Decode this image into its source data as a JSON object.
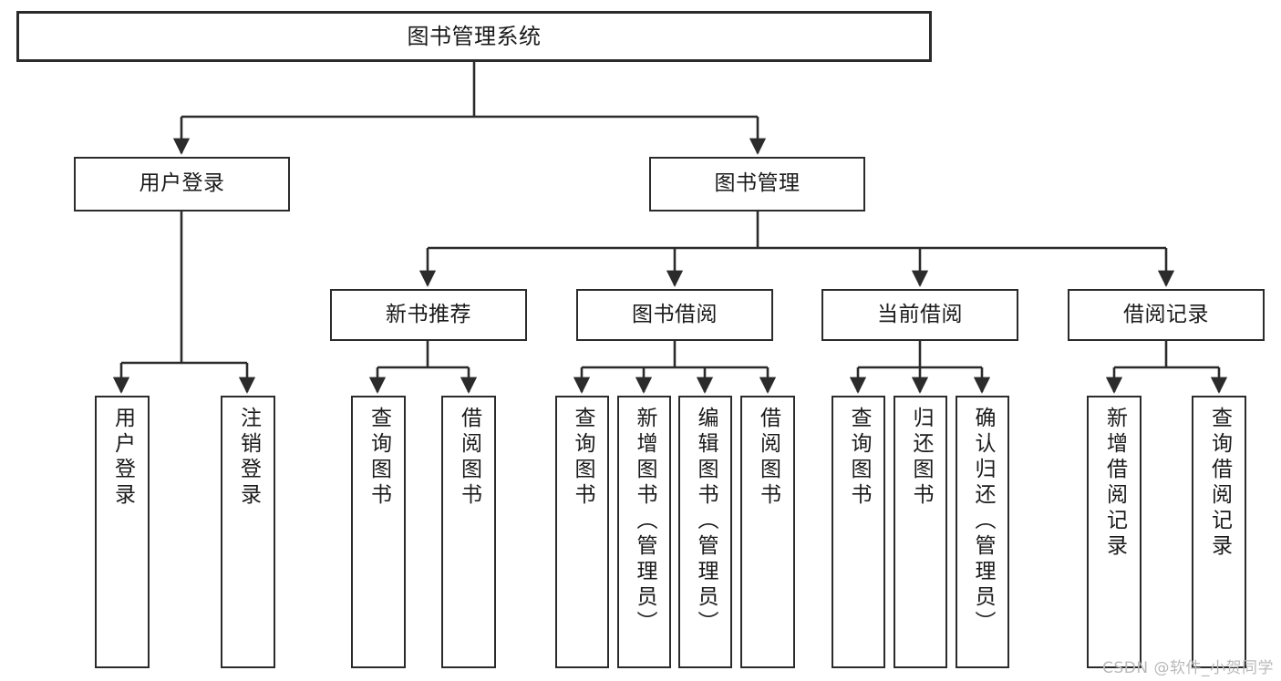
{
  "diagram": {
    "title": "图书管理系统",
    "type": "tree",
    "colors": {
      "stroke": "#2b2b2b",
      "fill": "#ffffff",
      "text": "#1a1a1a",
      "watermark": "#b9b9b9"
    },
    "watermark": "CSDN @软件_小贺同学",
    "levels": {
      "root": [
        "图书管理系统"
      ],
      "level2": [
        "用户登录",
        "图书管理"
      ],
      "level3": [
        "新书推荐",
        "图书借阅",
        "当前借阅",
        "借阅记录"
      ],
      "leaves": [
        "用户登录",
        "注销登录",
        "查询图书",
        "借阅图书",
        "查询图书",
        "新增图书（管理员）",
        "编辑图书（管理员）",
        "借阅图书",
        "查询图书",
        "归还图书",
        "确认归还（管理员）",
        "新增借阅记录",
        "查询借阅记录"
      ]
    },
    "nodes": {
      "root": {
        "label": "图书管理系统",
        "orientation": "horizontal"
      },
      "user_login": {
        "label": "用户登录",
        "orientation": "horizontal"
      },
      "book_manage": {
        "label": "图书管理",
        "orientation": "horizontal"
      },
      "new_book_rec": {
        "label": "新书推荐",
        "orientation": "horizontal"
      },
      "book_borrow": {
        "label": "图书借阅",
        "orientation": "horizontal"
      },
      "current_borrow": {
        "label": "当前借阅",
        "orientation": "horizontal"
      },
      "borrow_record": {
        "label": "借阅记录",
        "orientation": "horizontal"
      },
      "leaf_user_login": {
        "label": "用户登录",
        "orientation": "vertical"
      },
      "leaf_logout": {
        "label": "注销登录",
        "orientation": "vertical"
      },
      "leaf_query_book_1": {
        "label": "查询图书",
        "orientation": "vertical"
      },
      "leaf_borrow_book_1": {
        "label": "借阅图书",
        "orientation": "vertical"
      },
      "leaf_query_book_2": {
        "label": "查询图书",
        "orientation": "vertical"
      },
      "leaf_add_book": {
        "label": "新增图书（管理员）",
        "orientation": "vertical"
      },
      "leaf_edit_book": {
        "label": "编辑图书（管理员）",
        "orientation": "vertical"
      },
      "leaf_borrow_book_2": {
        "label": "借阅图书",
        "orientation": "vertical"
      },
      "leaf_query_book_3": {
        "label": "查询图书",
        "orientation": "vertical"
      },
      "leaf_return_book": {
        "label": "归还图书",
        "orientation": "vertical"
      },
      "leaf_confirm_return": {
        "label": "确认归还（管理员）",
        "orientation": "vertical"
      },
      "leaf_add_record": {
        "label": "新增借阅记录",
        "orientation": "vertical"
      },
      "leaf_query_record": {
        "label": "查询借阅记录",
        "orientation": "vertical"
      }
    },
    "edges": [
      {
        "from": "root",
        "to": "user_login"
      },
      {
        "from": "root",
        "to": "book_manage"
      },
      {
        "from": "user_login",
        "to": "leaf_user_login"
      },
      {
        "from": "user_login",
        "to": "leaf_logout"
      },
      {
        "from": "book_manage",
        "to": "new_book_rec"
      },
      {
        "from": "book_manage",
        "to": "book_borrow"
      },
      {
        "from": "book_manage",
        "to": "current_borrow"
      },
      {
        "from": "book_manage",
        "to": "borrow_record"
      },
      {
        "from": "new_book_rec",
        "to": "leaf_query_book_1"
      },
      {
        "from": "new_book_rec",
        "to": "leaf_borrow_book_1"
      },
      {
        "from": "book_borrow",
        "to": "leaf_query_book_2"
      },
      {
        "from": "book_borrow",
        "to": "leaf_add_book"
      },
      {
        "from": "book_borrow",
        "to": "leaf_edit_book"
      },
      {
        "from": "book_borrow",
        "to": "leaf_borrow_book_2"
      },
      {
        "from": "current_borrow",
        "to": "leaf_query_book_3"
      },
      {
        "from": "current_borrow",
        "to": "leaf_return_book"
      },
      {
        "from": "current_borrow",
        "to": "leaf_confirm_return"
      },
      {
        "from": "borrow_record",
        "to": "leaf_add_record"
      },
      {
        "from": "borrow_record",
        "to": "leaf_query_record"
      }
    ]
  }
}
